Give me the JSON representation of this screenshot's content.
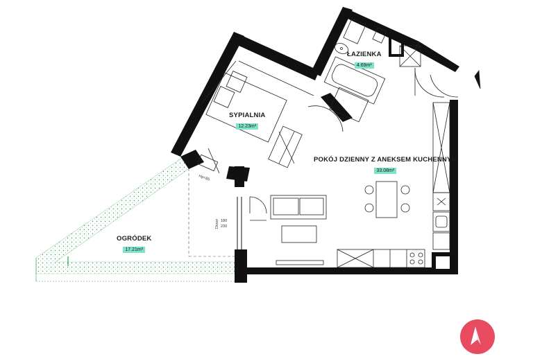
{
  "rooms": {
    "bathroom": {
      "name": "ŁAZIENKA",
      "area": "4.69m²"
    },
    "bedroom": {
      "name": "SYPIALNIA",
      "area": "12.23m²"
    },
    "living": {
      "name": "POKÓJ DZIENNY Z ANEKSEM KUCHENNYM",
      "area": "33.08m²"
    },
    "garden": {
      "name": "OGRÓDEK",
      "area": "17.21m²"
    }
  },
  "dimensions": {
    "window_bedroom": "Hp=85",
    "door_height_a": "180",
    "door_height_b": "230",
    "door_label": "Drzwi"
  },
  "colors": {
    "wall": "#111111",
    "label_highlight": "#7fe3c9",
    "garden_hatch": "#2e9e5b",
    "compass": "#e84a5f"
  },
  "icons": {
    "compass": "north-compass-icon"
  }
}
